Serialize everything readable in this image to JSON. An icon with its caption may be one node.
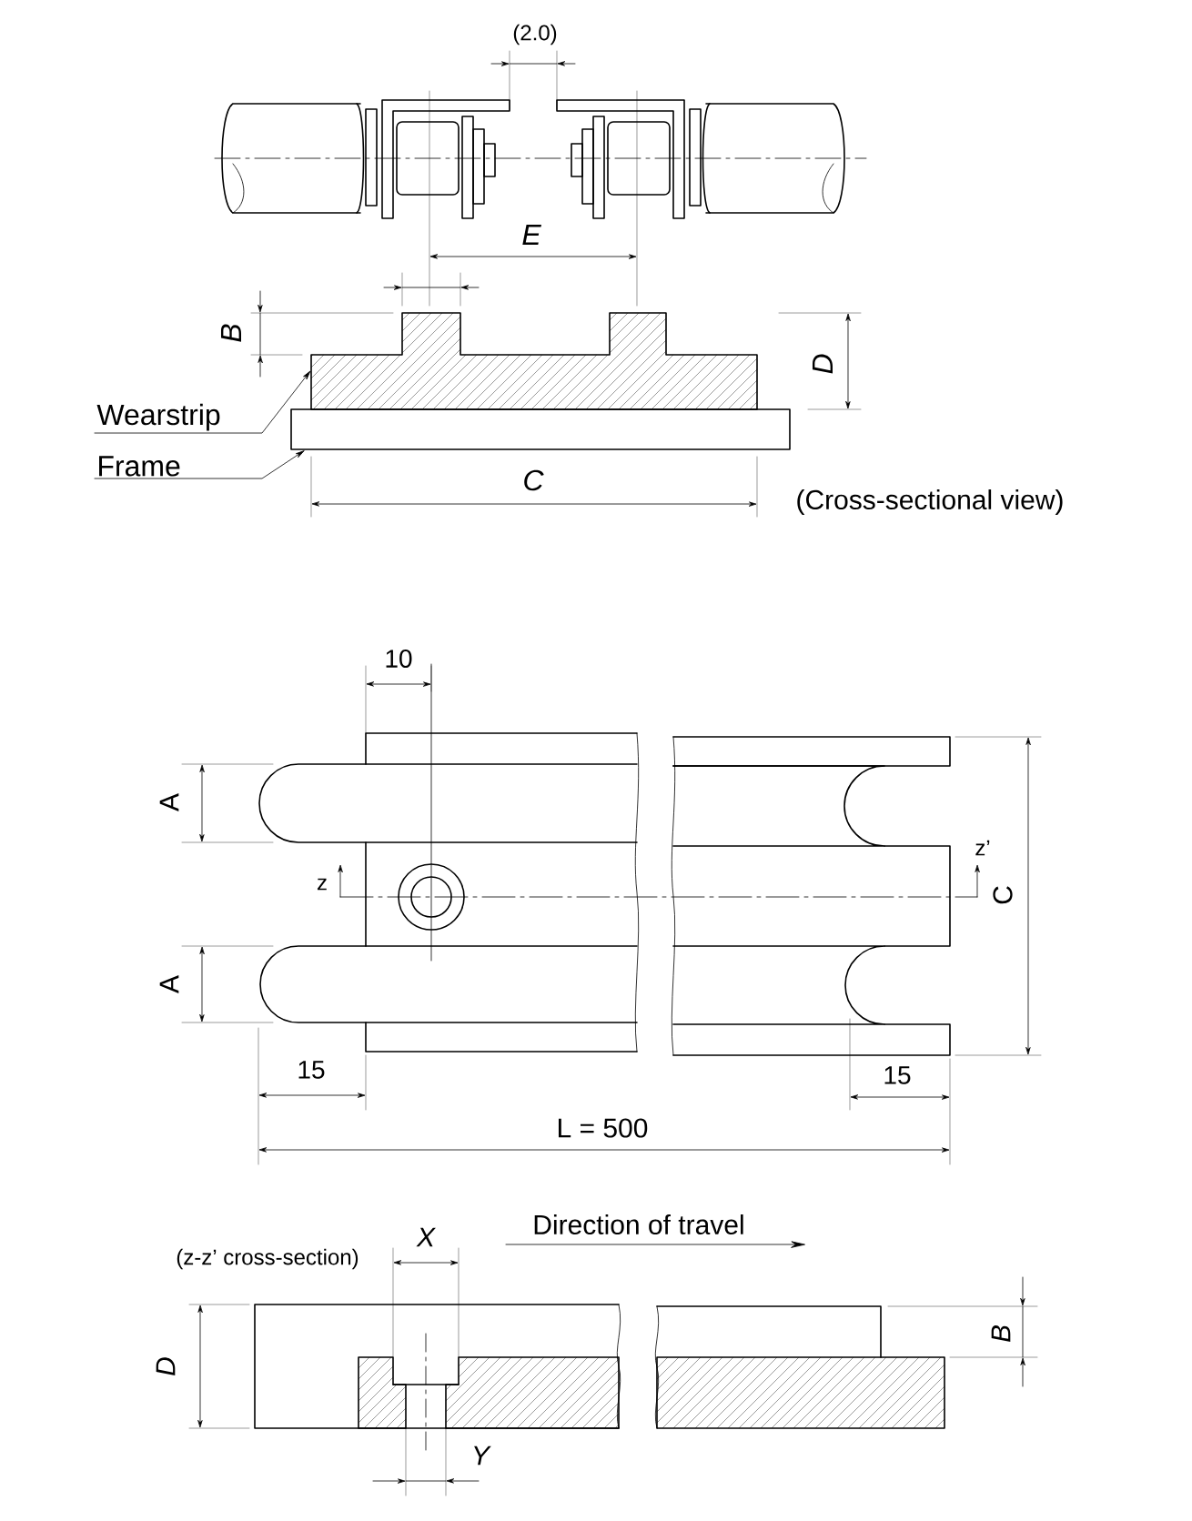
{
  "diagram": {
    "nodes": [
      {
        "text": [
          "Wearstrip"
        ]
      },
      {
        "text": [
          "Frame"
        ]
      },
      {
        "text": [],
        "shape": "box"
      },
      {
        "text": [],
        "shape": "bar"
      }
    ],
    "edges": [
      {
        "from": 0,
        "to": 2,
        "arrow": "to"
      },
      {
        "from": 1,
        "to": 3,
        "arrow": "to"
      }
    ],
    "labels": [
      "(2.0)",
      "E",
      "B",
      "D",
      "C",
      "(Cross-sectional view)",
      "10",
      "A",
      "z’",
      "z",
      "C",
      "A",
      "15",
      "15",
      "L = 500",
      "Direction of travel",
      "X",
      "(z-z’ cross-section)",
      "B",
      "D",
      "Y"
    ]
  }
}
